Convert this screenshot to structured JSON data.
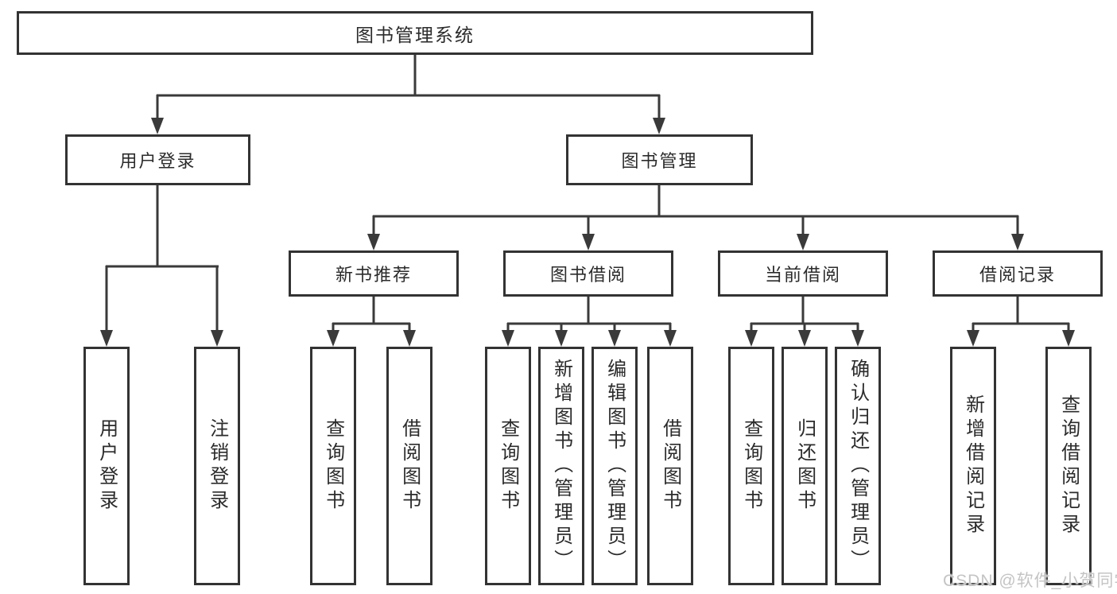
{
  "colors": {
    "background": "#ffffff",
    "line": "#3a3a3a",
    "box_border": "#333333",
    "text": "#2b2b2b",
    "watermark": "#c4c4c4"
  },
  "diagram": {
    "root": {
      "label": "图书管理系统"
    },
    "branches": [
      {
        "label": "用户登录",
        "children": [
          {
            "label": "用户登录"
          },
          {
            "label": "注销登录"
          }
        ]
      },
      {
        "label": "图书管理",
        "children": [
          {
            "label": "新书推荐",
            "children": [
              {
                "label": "查询图书"
              },
              {
                "label": "借阅图书"
              }
            ]
          },
          {
            "label": "图书借阅",
            "children": [
              {
                "label": "查询图书"
              },
              {
                "label": "新增图书（管理员）"
              },
              {
                "label": "编辑图书（管理员）"
              },
              {
                "label": "借阅图书"
              }
            ]
          },
          {
            "label": "当前借阅",
            "children": [
              {
                "label": "查询图书"
              },
              {
                "label": "归还图书"
              },
              {
                "label": "确认归还（管理员）"
              }
            ]
          },
          {
            "label": "借阅记录",
            "children": [
              {
                "label": "新增借阅记录"
              },
              {
                "label": "查询借阅记录"
              }
            ]
          }
        ]
      }
    ]
  },
  "watermark": {
    "text": "CSDN @软件_小贺同学"
  }
}
